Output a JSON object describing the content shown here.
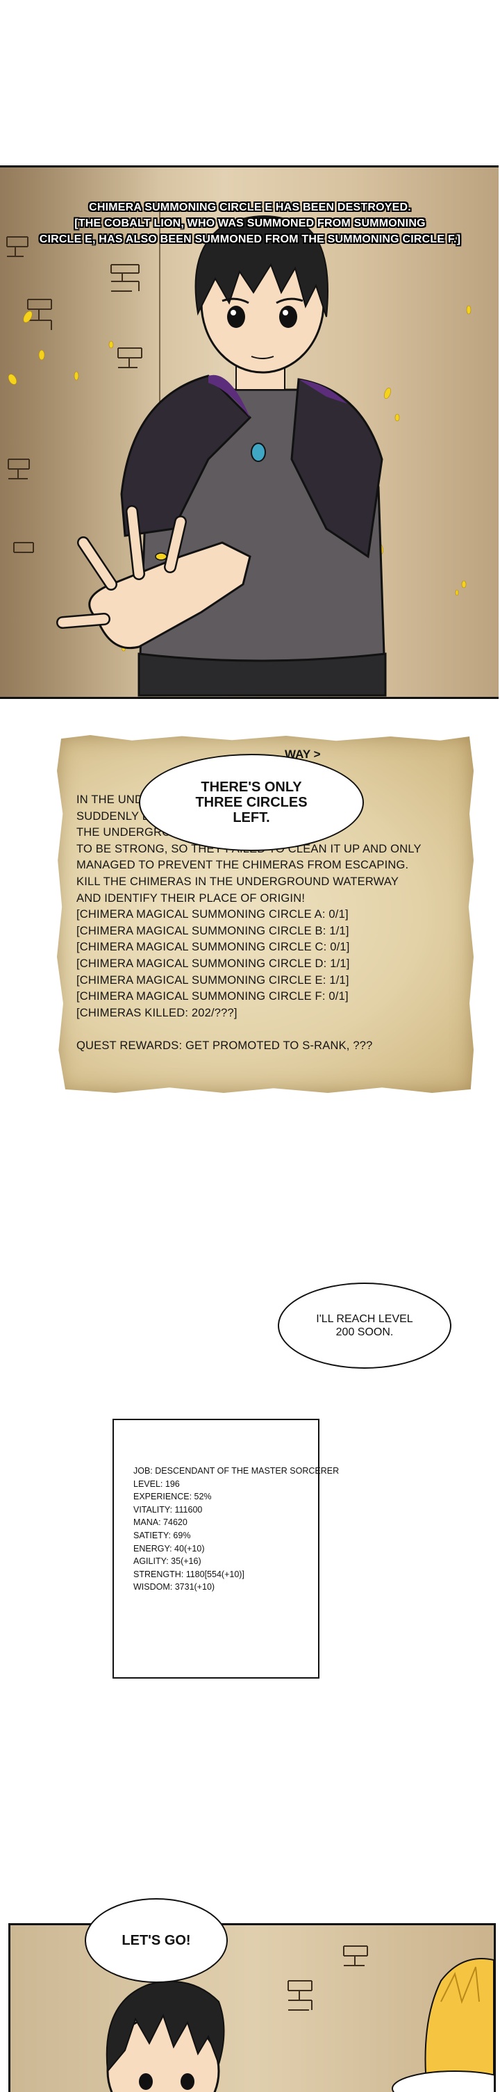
{
  "panel1": {
    "system_message": [
      "CHIMERA SUMMONING CIRCLE E HAS BEEN DESTROYED.",
      "[THE COBALT LION, WHO WAS SUMMONED FROM SUMMONING",
      "CIRCLE E, HAS ALSO BEEN SUMMONED FROM THE SUMMONING CIRCLE F.]"
    ]
  },
  "quest": {
    "title_visible": "WAY >",
    "lines": [
      "IN THE UND                                        ERAS",
      "SUDDENLY BE                                      TO CLEAR",
      "THE UNDERGROUN                                S TURNED OUT",
      "TO BE STRONG, SO THEY FAILED TO CLEAN IT UP AND ONLY",
      "MANAGED TO PREVENT THE CHIMERAS FROM ESCAPING.",
      "KILL THE CHIMERAS IN THE UNDERGROUND WATERWAY",
      "AND IDENTIFY THEIR PLACE OF ORIGIN!",
      "[CHIMERA MAGICAL SUMMONING CIRCLE   A: 0/1]",
      "[CHIMERA MAGICAL SUMMONING CIRCLE   B: 1/1]",
      "[CHIMERA MAGICAL SUMMONING CIRCLE   C: 0/1]",
      "[CHIMERA MAGICAL SUMMONING CIRCLE   D: 1/1]",
      "[CHIMERA MAGICAL SUMMONING CIRCLE   E: 1/1]",
      "[CHIMERA MAGICAL SUMMONING CIRCLE   F: 0/1]",
      "[CHIMERAS KILLED: 202/???]",
      "",
      "QUEST REWARDS: GET PROMOTED TO S-RANK, ???"
    ]
  },
  "bubbles": {
    "three_circles": [
      "THERE'S ONLY",
      "THREE CIRCLES",
      "LEFT."
    ],
    "reach_level": [
      "I'LL REACH LEVEL",
      "200 SOON."
    ],
    "lets_go": "LET'S GO!"
  },
  "status": {
    "lines": [
      "JOB: DESCENDANT OF THE MASTER SORCERER",
      "LEVEL: 196",
      "EXPERIENCE: 52%",
      "VITALITY: 111600",
      "MANA: 74620",
      "SATIETY: 69%",
      "ENERGY: 40(+10)",
      "AGILITY: 35(+16)",
      "STRENGTH: 1180[554(+10)]",
      "WISDOM: 3731(+10)"
    ]
  },
  "colors": {
    "cloak_purple": "#5b2d7a",
    "gem_cyan": "#3fa7c4",
    "sparkle_yellow": "#f5d21c",
    "parchment": "#e3d2a8"
  }
}
